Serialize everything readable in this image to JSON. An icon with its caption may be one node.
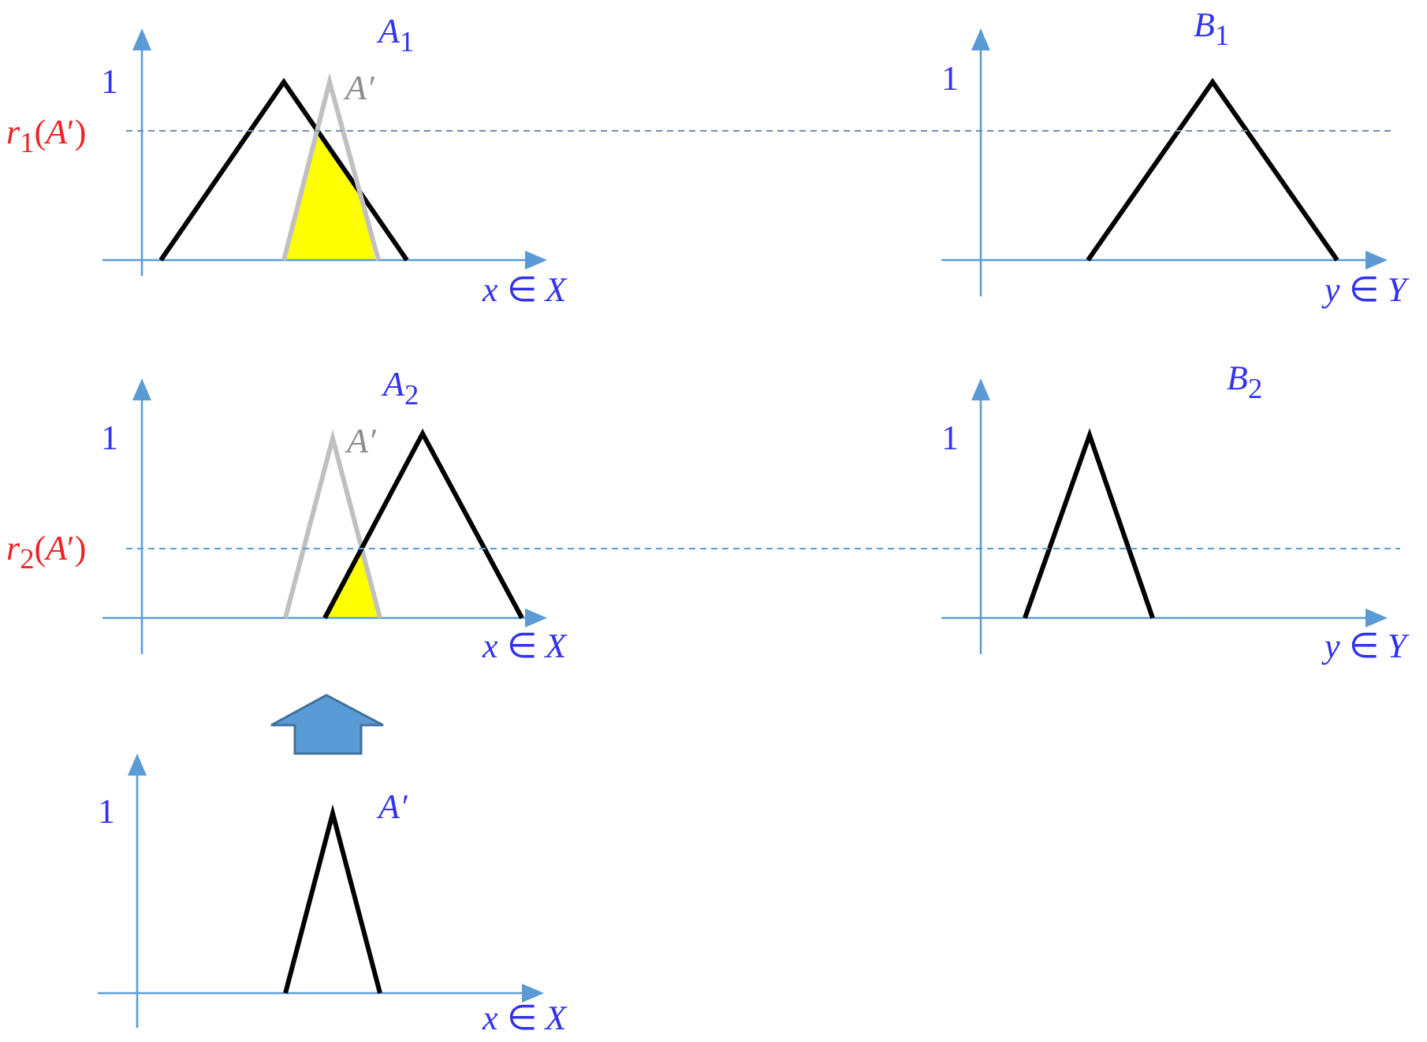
{
  "diagram": {
    "labels": [
      "*A*$_{1}$",
      "*B*$_{1}$",
      "1",
      "A′",
      "1",
      "*r*$_{1}$(*A*′)",
      "*x* ∈ *X*",
      "*y* ∈ *Y*",
      "*A*$_{2}$",
      "*B*$_{2}$",
      "1",
      "A′",
      "1",
      "*r*$_{2}$(*A*′)",
      "*x* ∈ *X*",
      "*y* ∈ *Y*",
      "1",
      "A′",
      "*x* ∈ *X*"
    ]
  }
}
